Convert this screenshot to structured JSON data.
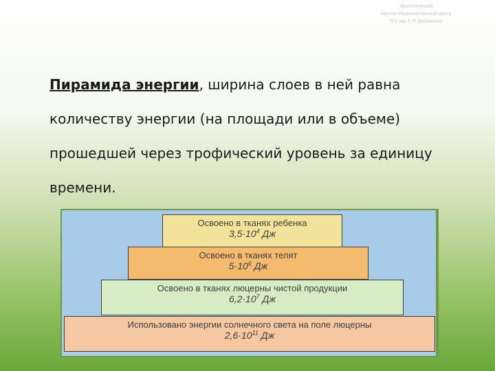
{
  "org_note": [
    "Экологический",
    "научно-образовательный центр",
    "ТГУ им. Г. Р. Державина"
  ],
  "intro": {
    "term": "Пирамида энергии",
    "rest": ", ширина слоев в ней равна количеству энергии (на площади или в объеме) прошедшей через  трофический уровень за единицу времени."
  },
  "pyramid": {
    "layers": [
      {
        "label": "Освоено в тканях ребенка",
        "mantissa": "3,5·10",
        "exponent": "4",
        "unit": " Дж",
        "color": "#f2e39a"
      },
      {
        "label": "Освоено в тканях телят",
        "mantissa": "5·10",
        "exponent": "6",
        "unit": " Дж",
        "color": "#f4bb6e"
      },
      {
        "label": "Освоено в тканях люцерны чистой продукции",
        "mantissa": "6,2·10",
        "exponent": "7",
        "unit": " Дж",
        "color": "#d6ecc4"
      },
      {
        "label": "Использовано энергии солнечного света на поле люцерны",
        "mantissa": "2,6·10",
        "exponent": "11",
        "unit": " Дж",
        "color": "#f5c8a2"
      }
    ],
    "background_color": "#a9cbea",
    "frame_color": "#6d9a45"
  }
}
